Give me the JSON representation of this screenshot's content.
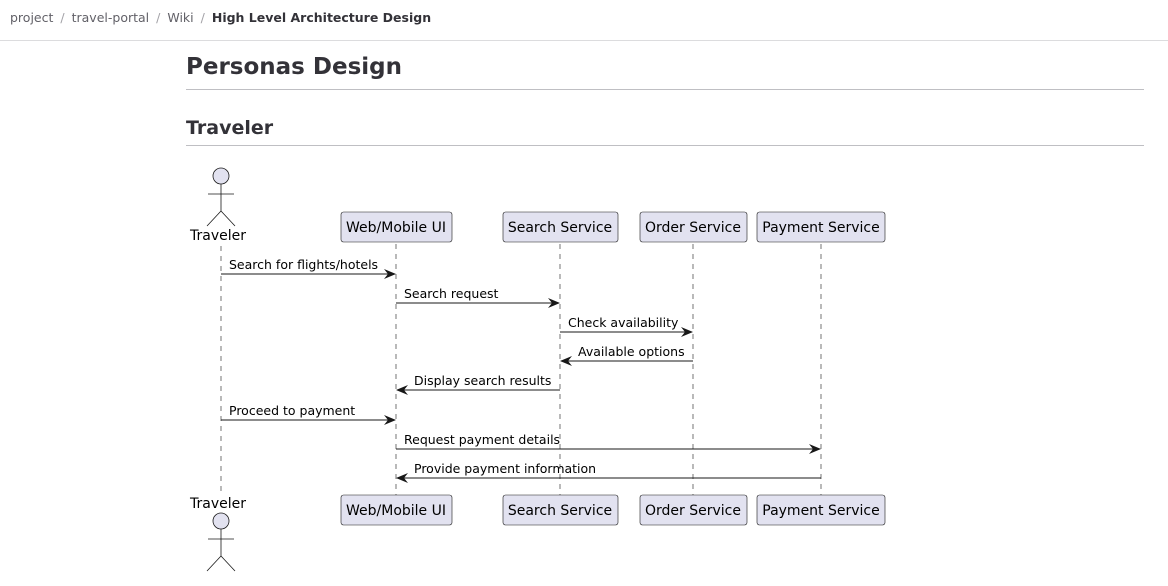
{
  "breadcrumb": {
    "items": [
      "project",
      "travel-portal",
      "Wiki"
    ],
    "current": "High Level Architecture Design",
    "separator": "/"
  },
  "page": {
    "title": "Personas Design",
    "section_title": "Traveler"
  },
  "diagram": {
    "actor": "Traveler",
    "participants": [
      "Web/Mobile UI",
      "Search Service",
      "Order Service",
      "Payment Service"
    ],
    "messages": [
      {
        "from": "Traveler",
        "to": "Web/Mobile UI",
        "label": "Search for flights/hotels"
      },
      {
        "from": "Web/Mobile UI",
        "to": "Search Service",
        "label": "Search request"
      },
      {
        "from": "Search Service",
        "to": "Order Service",
        "label": "Check availability"
      },
      {
        "from": "Order Service",
        "to": "Search Service",
        "label": "Available options"
      },
      {
        "from": "Search Service",
        "to": "Web/Mobile UI",
        "label": "Display search results"
      },
      {
        "from": "Traveler",
        "to": "Web/Mobile UI",
        "label": "Proceed to payment"
      },
      {
        "from": "Web/Mobile UI",
        "to": "Payment Service",
        "label": "Request payment details"
      },
      {
        "from": "Payment Service",
        "to": "Web/Mobile UI",
        "label": "Provide payment information"
      }
    ],
    "colors": {
      "participant_fill": "#E2E2F0",
      "participant_border": "#181818",
      "line": "#181818"
    }
  }
}
